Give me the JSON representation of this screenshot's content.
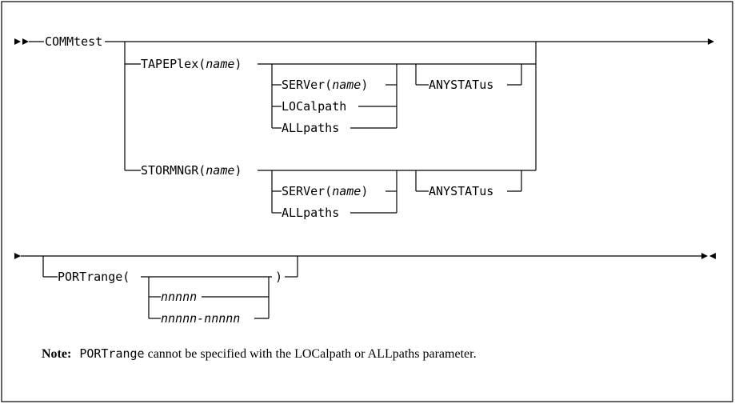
{
  "diagram": {
    "command": "COMMtest",
    "tapeplex": {
      "keyword": "TAPEPlex(",
      "arg": "name",
      "close": ")"
    },
    "stormngr": {
      "keyword": "STORMNGR(",
      "arg": "name",
      "close": ")"
    },
    "server": {
      "keyword": "SERVer(",
      "arg": "name",
      "close": ")"
    },
    "server2": {
      "keyword": "SERVer(",
      "arg": "name",
      "close": ")"
    },
    "localpath": "LOCalpath",
    "allpaths": "ALLpaths",
    "allpaths2": "ALLpaths",
    "anystatus": "ANYSTATus",
    "anystatus2": "ANYSTATus",
    "portrange": {
      "keyword": "PORTrange(",
      "close": ")"
    },
    "nnnnn": "nnnnn",
    "nnnnn_range": "nnnnn-nnnnn"
  },
  "note": {
    "label": "Note:",
    "keyword": "PORTrange",
    "text": " cannot be specified with the LOCalpath or ALLpaths parameter."
  }
}
